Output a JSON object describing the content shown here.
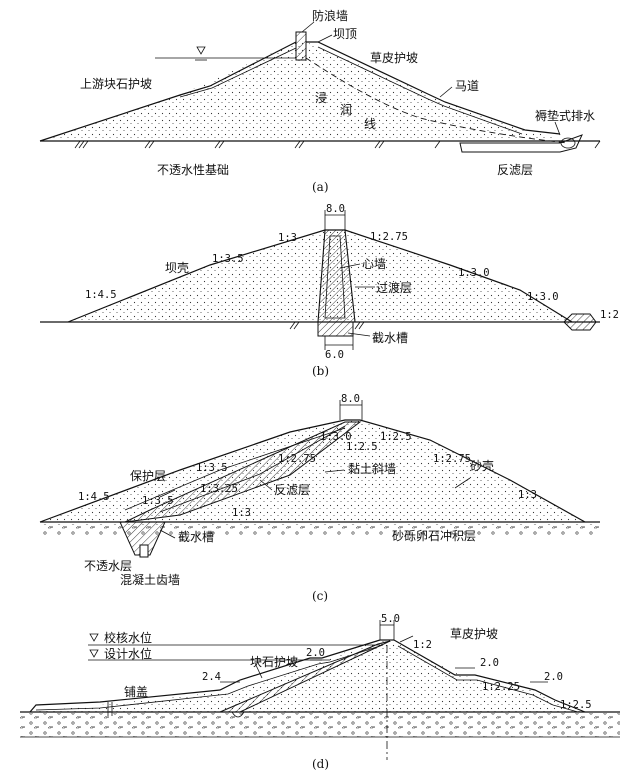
{
  "figures": {
    "a": {
      "caption": "(a)",
      "labels": {
        "wave_wall": "防浪墙",
        "crest": "坝顶",
        "grass_slope": "草皮护坡",
        "upstream_riprap": "上游块石护坡",
        "berm": "马道",
        "phreatic": "浸",
        "phreatic2": "润",
        "phreatic3": "线",
        "drain": "褥垫式排水",
        "impervious_base": "不透水性基础",
        "filter": "反滤层"
      }
    },
    "b": {
      "caption": "(b)",
      "labels": {
        "crest_width": "8.0",
        "shell": "坝壳",
        "core": "心墙",
        "transition": "过渡层",
        "cutoff": "截水槽",
        "base_width": "6.0",
        "s1": "1:4.5",
        "s2": "1:3.5",
        "s3": "1:3",
        "s4": "1:2.75",
        "s5": "1:3.0",
        "s6": "1:3.0",
        "s7": "1:2"
      }
    },
    "c": {
      "caption": "(c)",
      "labels": {
        "crest_width": "8.0",
        "s1": "1:3.0",
        "s2": "1:2.5",
        "s3": "1:2.5",
        "s4": "1:2.75",
        "s5": "1:3",
        "s6": "1:3.5",
        "s7": "1:4.5",
        "s8": "1:3.25",
        "s9": "1:3.5",
        "s10": "1:3",
        "s11": "1:2.75",
        "protect": "保护层",
        "sand_shell": "砂壳",
        "clay_wall": "黏土斜墙",
        "filter": "反滤层",
        "cutoff": "截水槽",
        "gravel": "砂砾卵石冲积层",
        "impervious": "不透水层",
        "concrete": "混凝土齿墙"
      }
    },
    "d": {
      "caption": "(d)",
      "labels": {
        "crest_width": "5.0",
        "check_level": "校核水位",
        "design_level": "设计水位",
        "grass_slope": "草皮护坡",
        "riprap": "块石护坡",
        "blanket": "铺盖",
        "s1": "1:2",
        "w1": "2.0",
        "w2": "2.0",
        "w3": "2.0",
        "w4": "2.4",
        "s2": "1:2.25",
        "s3": "1:2.5"
      }
    }
  }
}
